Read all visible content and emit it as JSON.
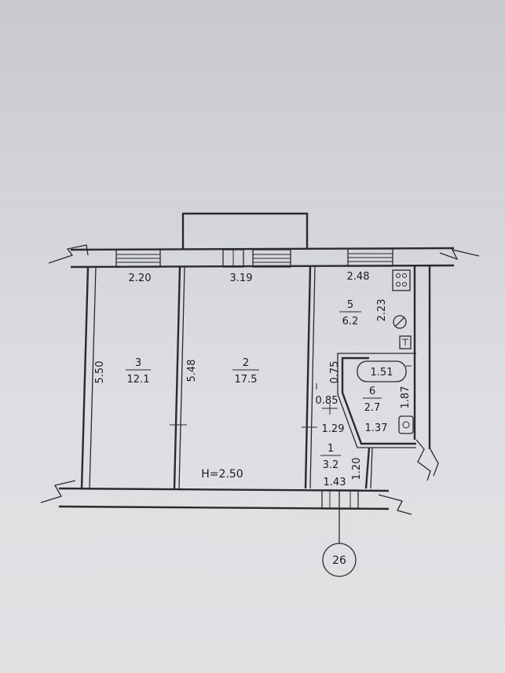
{
  "rooms": [
    {
      "number": "3",
      "area": "12.1"
    },
    {
      "number": "2",
      "area": "17.5"
    },
    {
      "number": "5",
      "area": "6.2"
    },
    {
      "number": "6",
      "area": "2.7"
    },
    {
      "number": "1",
      "area": "3.2"
    }
  ],
  "dimensions": {
    "room3_width": "2.20",
    "room3_length": "5.50",
    "room2_width": "3.19",
    "room2_length": "5.48",
    "room5_width": "2.48",
    "room5_length": "2.23",
    "bath_top": "1.51",
    "bath_side": "1.87",
    "bath_bottom": "1.37",
    "corner_a": "0.75",
    "corner_b": "0.85",
    "hall_width": "1.29",
    "hall_length": "1.20",
    "entrance_width": "1.43"
  },
  "ceiling_height": "H=2.50",
  "axis_marker": "26"
}
